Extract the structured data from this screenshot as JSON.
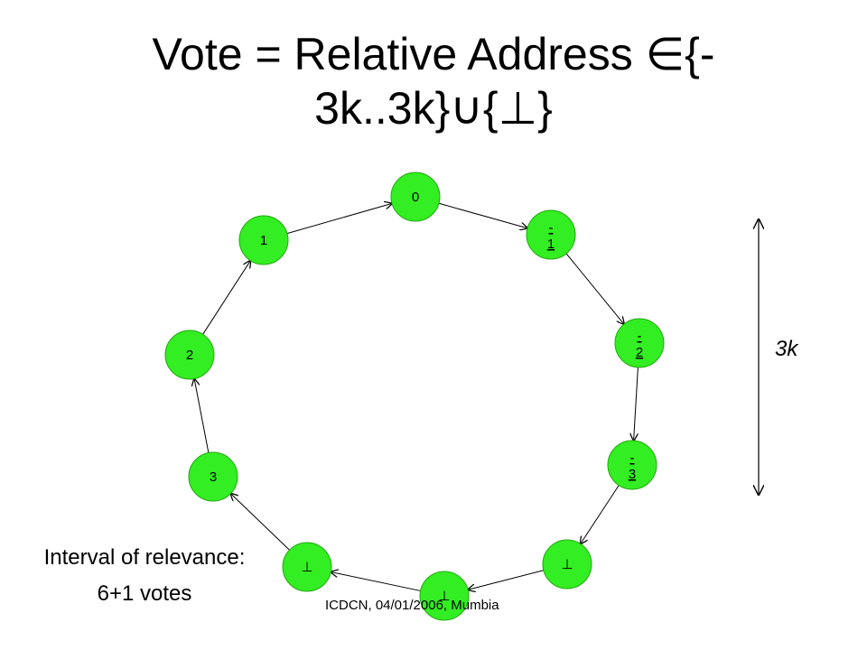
{
  "slide": {
    "title_line1": "Vote = Relative Address ∈{-",
    "title_line2": "3k..3k}∪{⊥}",
    "footer": "ICDCN, 04/01/2006, Mumbia",
    "node_fill": "#33ee22",
    "node_stroke": "#22aa11"
  },
  "ring": {
    "nodes": [
      {
        "id": "n0",
        "label": "0"
      },
      {
        "id": "n-1",
        "label": "-1"
      },
      {
        "id": "n-2",
        "label": "-2"
      },
      {
        "id": "n-3",
        "label": "-3"
      },
      {
        "id": "nb1",
        "label": "⊥"
      },
      {
        "id": "nb2",
        "label": "⊥"
      },
      {
        "id": "nb3",
        "label": "⊥"
      },
      {
        "id": "n3",
        "label": "3"
      },
      {
        "id": "n2",
        "label": "2"
      },
      {
        "id": "n1",
        "label": "1"
      }
    ],
    "edges": [
      [
        "n1",
        "n0"
      ],
      [
        "n0",
        "n-1"
      ],
      [
        "n-1",
        "n-2"
      ],
      [
        "n-2",
        "n-3"
      ],
      [
        "n-3",
        "nb1"
      ],
      [
        "nb1",
        "nb2"
      ],
      [
        "nb2",
        "nb3"
      ],
      [
        "nb3",
        "n3"
      ],
      [
        "n3",
        "n2"
      ],
      [
        "n2",
        "n1"
      ]
    ]
  },
  "scale": {
    "label": "3k"
  },
  "annotation": {
    "line1": "Interval of relevance:",
    "line2": "6+1 votes"
  }
}
